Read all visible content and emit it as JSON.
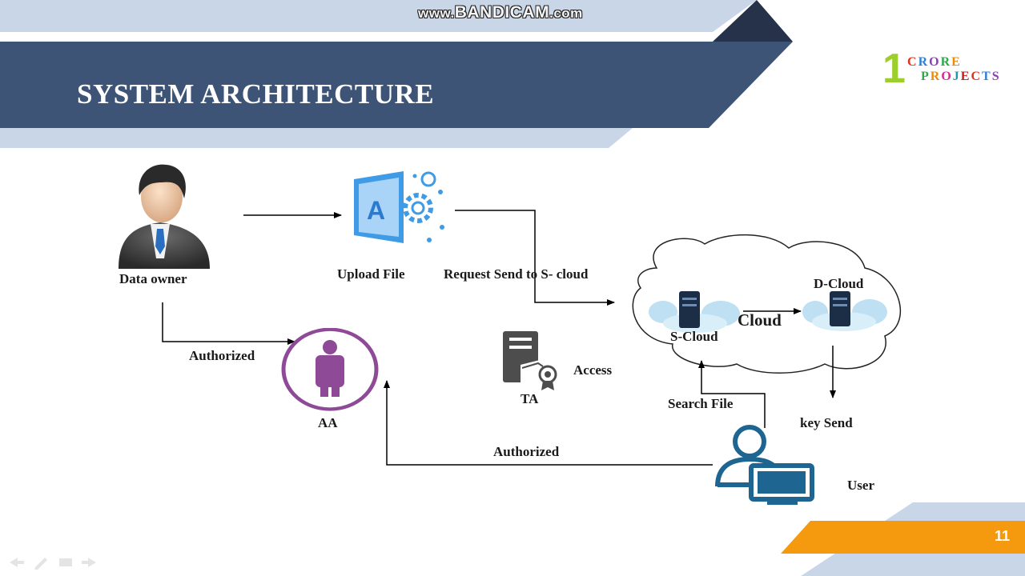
{
  "watermark": {
    "prefix": "www.",
    "brand": "BANDICAM",
    "suffix": ".com"
  },
  "header": {
    "title": "SYSTEM ARCHITECTURE"
  },
  "logo": {
    "number": "1",
    "word1": "CRORE",
    "word2": "PROJECTS"
  },
  "diagram": {
    "data_owner": "Data owner",
    "upload_file": "Upload File",
    "request_send": "Request Send to S- cloud",
    "authorized_owner": "Authorized",
    "aa": "AA",
    "ta": "TA",
    "access": "Access",
    "cloud": "Cloud",
    "d_cloud": "D-Cloud",
    "s_cloud": "S-Cloud",
    "search_file": "Search File",
    "key_send": "key Send",
    "authorized_user": "Authorized",
    "user": "User",
    "upload_icon_letter": "A"
  },
  "footer": {
    "page_number": "11"
  },
  "colors": {
    "header_navy": "#3d5477",
    "header_light": "#c9d6e8",
    "dark_corner": "#25324a",
    "orange": "#f59a0f",
    "aa_purple": "#8e4a97",
    "upload_blue": "#3f9be6",
    "user_blue": "#1f6592"
  }
}
